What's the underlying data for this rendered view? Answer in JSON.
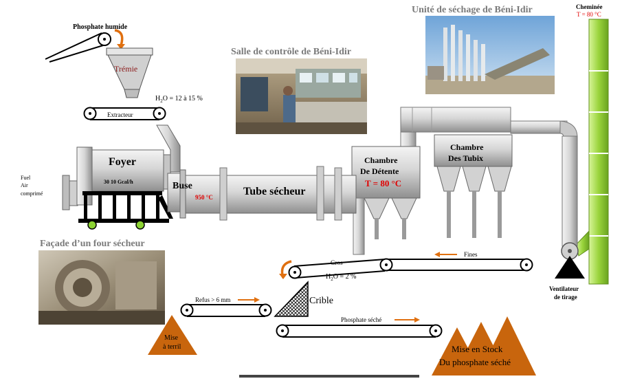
{
  "labels": {
    "phosphate_humide": "Phosphate humide",
    "tremie": "Trémie",
    "h2o_prefix": "H",
    "h2o_sub": "2",
    "h2o_feed_suffix": "O = 12 à 15 %",
    "extracteur": "Extracteur",
    "salle_controle": "Salle de contrôle de Béni-Idir",
    "unite_sechage": "Unité de séchage  de Béni-Idir",
    "cheminee": "Cheminée",
    "cheminee_temp": "T = 80 °C",
    "fuel": "Fuel",
    "air": "Air",
    "comprime": "comprimé",
    "foyer": "Foyer",
    "foyer_rate": "30 10  Gcal/h",
    "buse": "Buse",
    "buse_temp": "950 °C",
    "tube_secheur": "Tube sécheur",
    "chambre_detente_line1": "Chambre",
    "chambre_detente_line2": "De Détente",
    "chambre_detente_temp": "T = 80 °C",
    "chambre_tubix_line1": "Chambre",
    "chambre_tubix_line2": "Des Tubix",
    "facade_four": "Façade d’un four sécheur",
    "fines": "Fines",
    "gros": "Gros",
    "h2o_gros_suffix": "O = 2 %",
    "ventilateur_line1": "Ventilateur",
    "ventilateur_line2": "de tirage",
    "refus": "Refus > 6 mm",
    "crible": "Crible",
    "mise_terril_line1": "Mise",
    "mise_terril_line2": "à terril",
    "phosphate_seche": "Phosphate séché",
    "mise_stock_line1": "Mise en Stock",
    "mise_stock_line2": "Du phosphate séché"
  },
  "colors": {
    "metal_light": "#eaeaea",
    "metal_mid": "#c8c8c8",
    "metal_dark": "#8a8a8a",
    "red": "#e00000",
    "arrow_orange": "#e07010",
    "pile_brown": "#c8650d",
    "chimney_green": "#9ad43c",
    "tremie_text": "#8b1a1a",
    "caption_grey": "#7a7a7a"
  }
}
